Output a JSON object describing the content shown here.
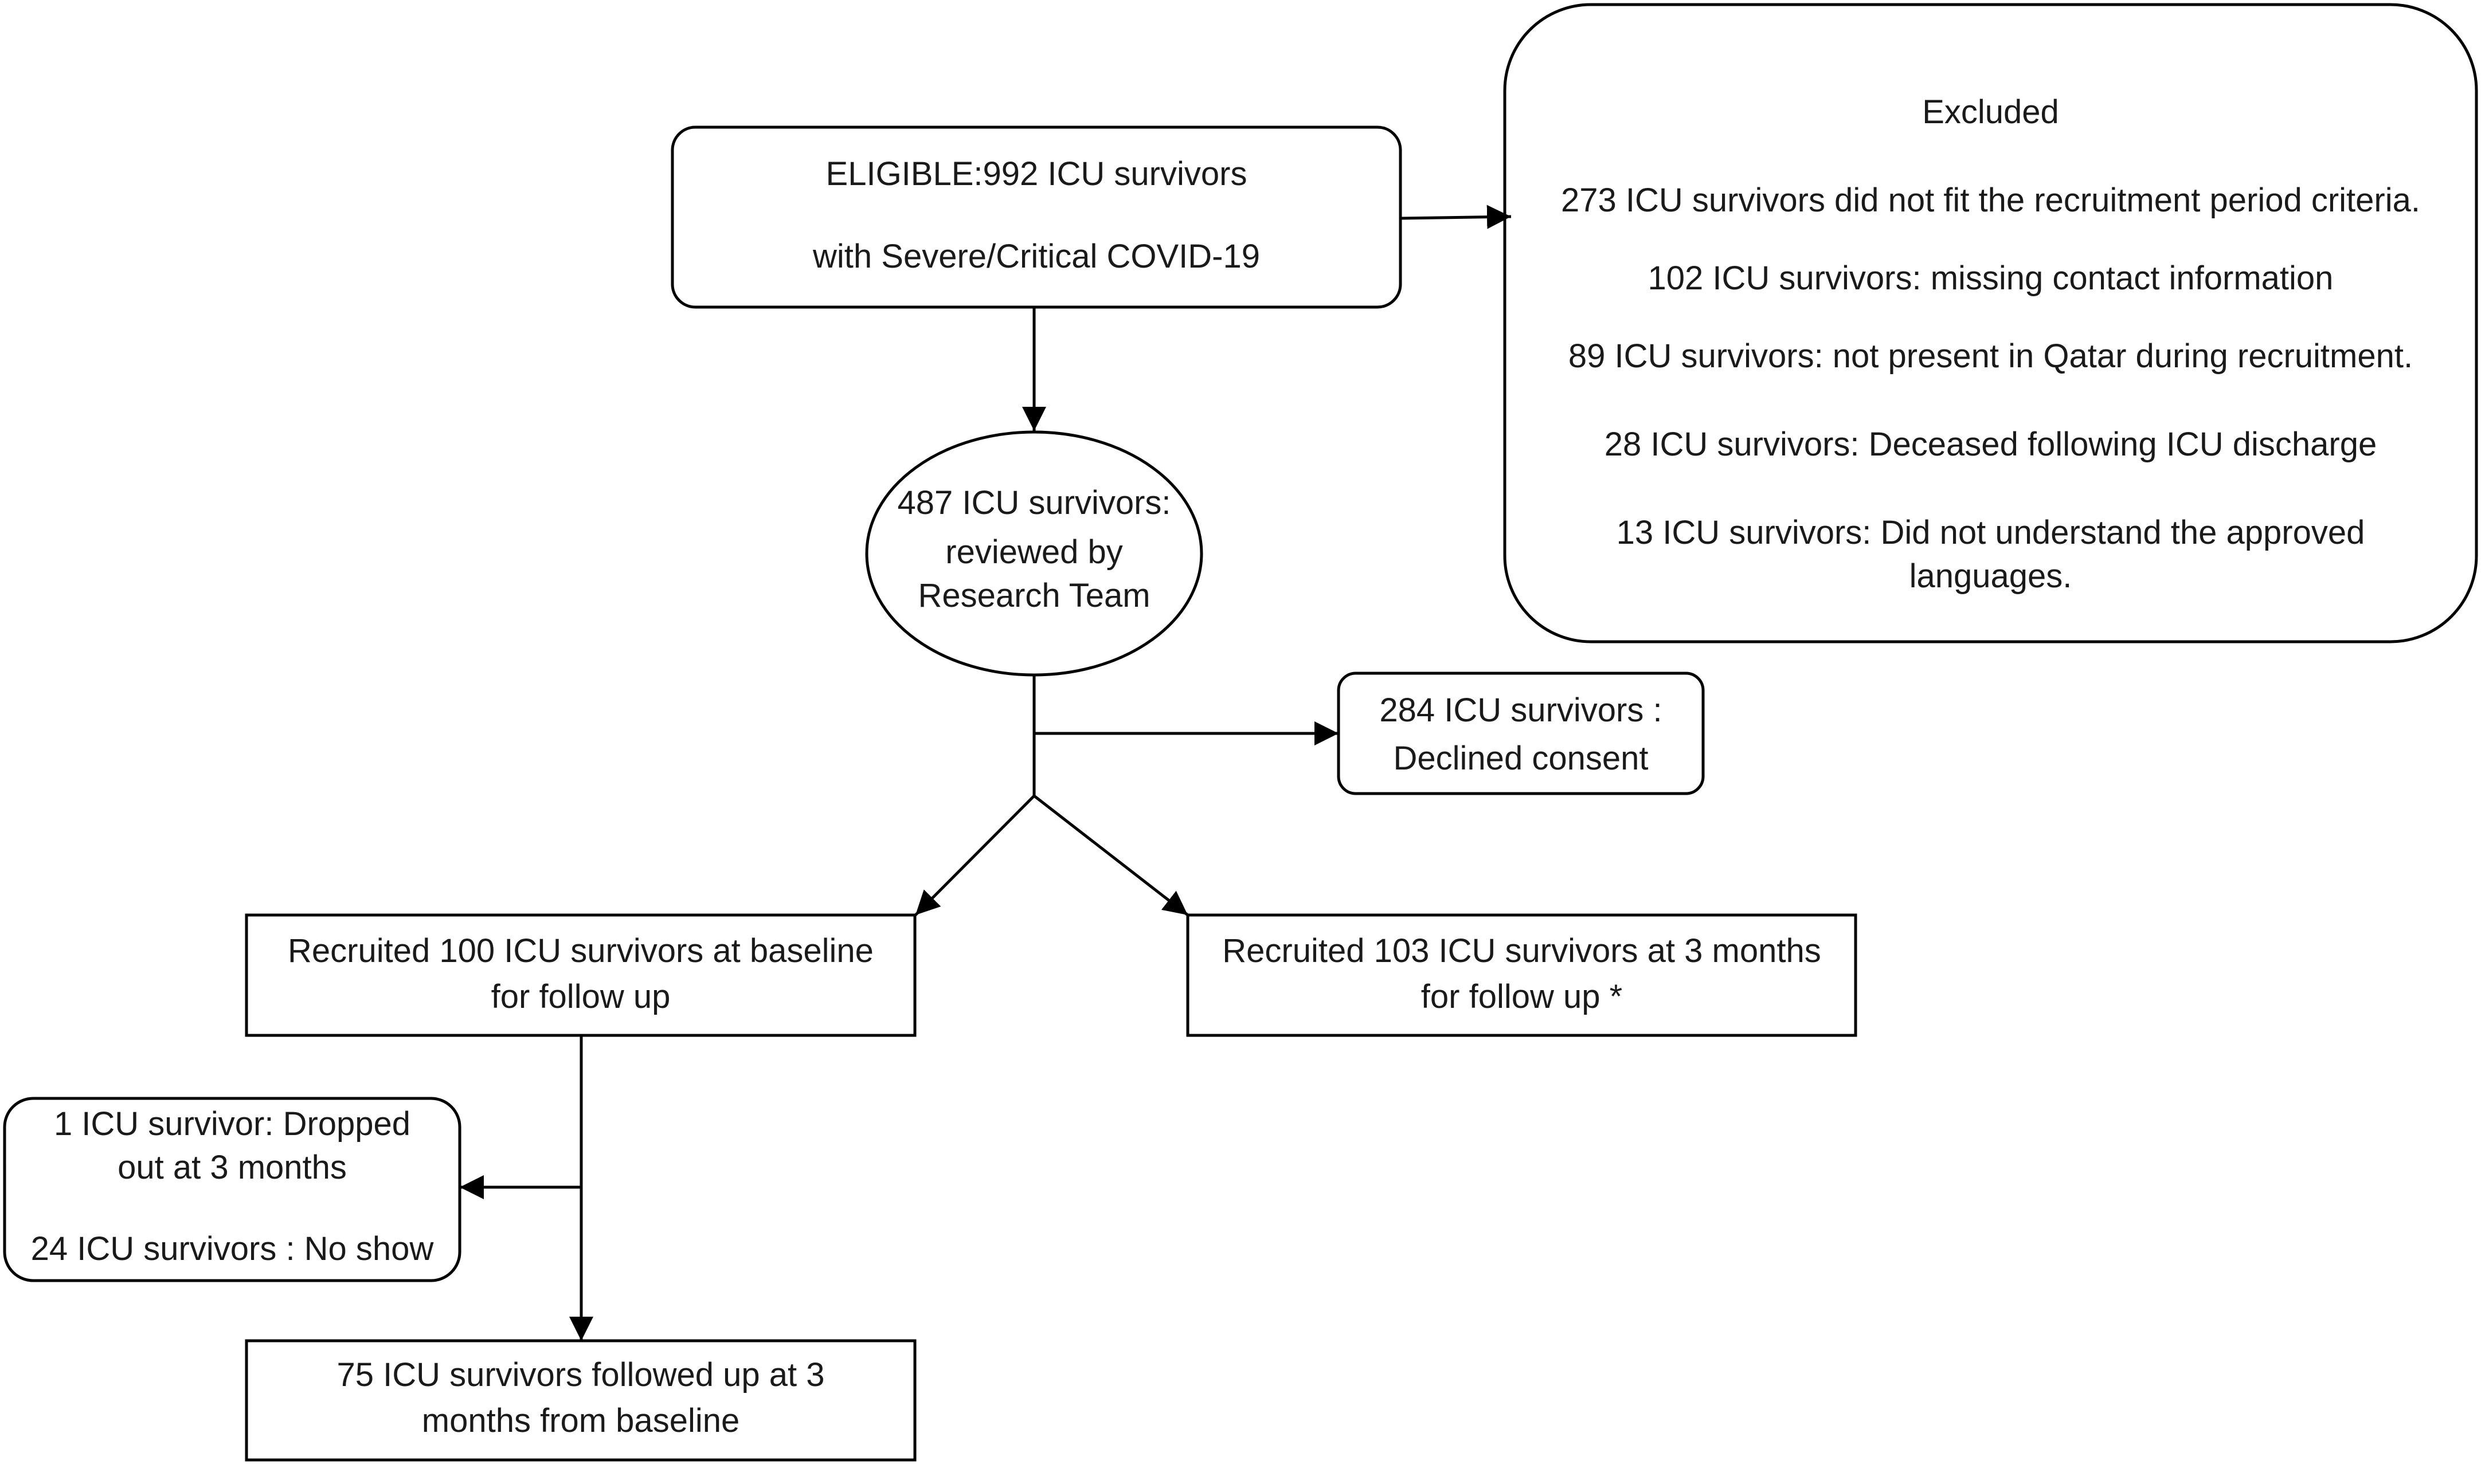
{
  "eligible": {
    "line1": "ELIGIBLE:992 ICU survivors",
    "line2": "with Severe/Critical COVID-19"
  },
  "excluded": {
    "title": "Excluded",
    "reasons": [
      "273 ICU survivors did not fit the recruitment period criteria.",
      "102 ICU survivors: missing contact information",
      "89 ICU survivors: not present in Qatar during recruitment.",
      "28 ICU survivors: Deceased following ICU discharge",
      "13 ICU survivors: Did not understand the approved",
      "languages."
    ]
  },
  "reviewed": {
    "lines": [
      "487 ICU survivors:",
      "reviewed by",
      "Research Team"
    ]
  },
  "declined": {
    "lines": [
      "284 ICU survivors :",
      "Declined consent"
    ]
  },
  "recruited_baseline": {
    "lines": [
      "Recruited 100 ICU survivors at baseline",
      "for follow up"
    ]
  },
  "recruited_3months": {
    "lines": [
      "Recruited 103 ICU survivors at 3 months",
      "for follow up *"
    ]
  },
  "dropout": {
    "line1": "1 ICU survivor: Dropped",
    "line2": "out at 3 months",
    "line3": "24 ICU survivors : No show"
  },
  "followed_up": {
    "lines": [
      "75 ICU survivors followed up at 3",
      "months from baseline"
    ]
  }
}
